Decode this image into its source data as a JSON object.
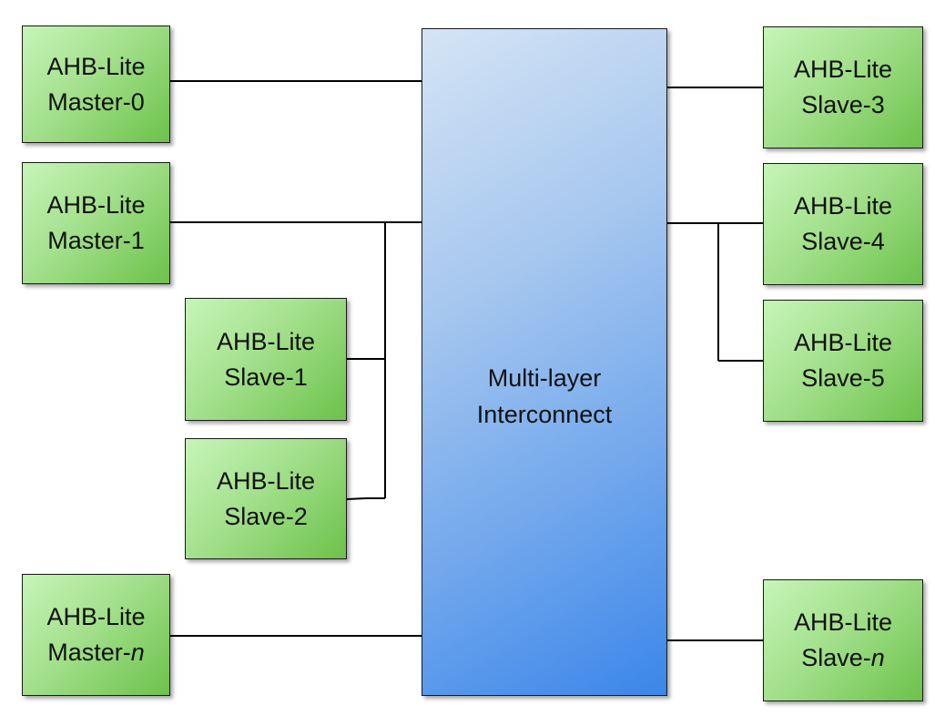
{
  "interconnect": {
    "line1": "Multi-layer",
    "line2": "Interconnect"
  },
  "masters": [
    {
      "type": "AHB-Lite",
      "name": "Master-",
      "index": "0",
      "index_italic": false
    },
    {
      "type": "AHB-Lite",
      "name": "Master-",
      "index": "1",
      "index_italic": false
    },
    {
      "type": "AHB-Lite",
      "name": "Master-",
      "index": "n",
      "index_italic": true
    }
  ],
  "slaves": [
    {
      "type": "AHB-Lite",
      "name": "Slave-",
      "index": "1",
      "index_italic": false
    },
    {
      "type": "AHB-Lite",
      "name": "Slave-",
      "index": "2",
      "index_italic": false
    },
    {
      "type": "AHB-Lite",
      "name": "Slave-",
      "index": "3",
      "index_italic": false
    },
    {
      "type": "AHB-Lite",
      "name": "Slave-",
      "index": "4",
      "index_italic": false
    },
    {
      "type": "AHB-Lite",
      "name": "Slave-",
      "index": "5",
      "index_italic": false
    },
    {
      "type": "AHB-Lite",
      "name": "Slave-",
      "index": "n",
      "index_italic": true
    }
  ],
  "colors": {
    "block_fill": "#a3e08c",
    "interconnect_fill": "#6fa6ec",
    "wire": "#000000"
  }
}
